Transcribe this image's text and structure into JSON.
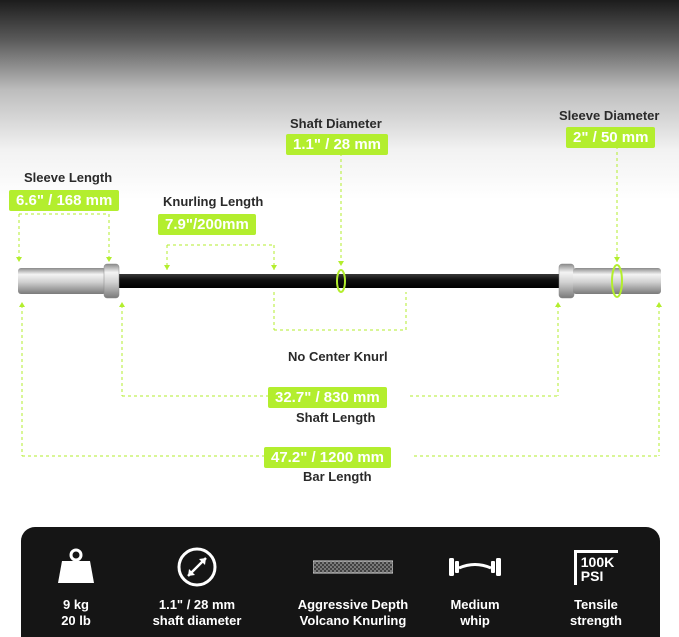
{
  "dimensions": {
    "sleeve_length": {
      "title": "Sleeve Length",
      "value": "6.6\" / 168 mm"
    },
    "knurling_length": {
      "title": "Knurling Length",
      "value": "7.9\"/200mm"
    },
    "shaft_diameter": {
      "title": "Shaft Diameter",
      "value": "1.1\" / 28 mm"
    },
    "sleeve_diameter": {
      "title": "Sleeve Diameter",
      "value": "2\" / 50 mm"
    },
    "center": {
      "caption": "No Center Knurl"
    },
    "shaft_length": {
      "value": "32.7\" / 830 mm",
      "caption": "Shaft Length"
    },
    "bar_length": {
      "value": "47.2\" / 1200 mm",
      "caption": "Bar Length"
    }
  },
  "features": [
    {
      "icon": "weight-icon",
      "line1": "9 kg",
      "line2": "20 lb"
    },
    {
      "icon": "diameter-icon",
      "line1": "1.1\" / 28 mm",
      "line2": "shaft diameter"
    },
    {
      "icon": "knurling-icon",
      "line1": "Aggressive Depth",
      "line2": "Volcano Knurling"
    },
    {
      "icon": "whip-icon",
      "line1": "Medium",
      "line2": "whip"
    },
    {
      "icon": "psi-icon",
      "line1": "Tensile",
      "line2": "strength",
      "badge_line1": "100K",
      "badge_line2": "PSI"
    }
  ],
  "colors": {
    "accent": "#b3ee2e",
    "panel": "#151515",
    "shaft": "#151515"
  }
}
